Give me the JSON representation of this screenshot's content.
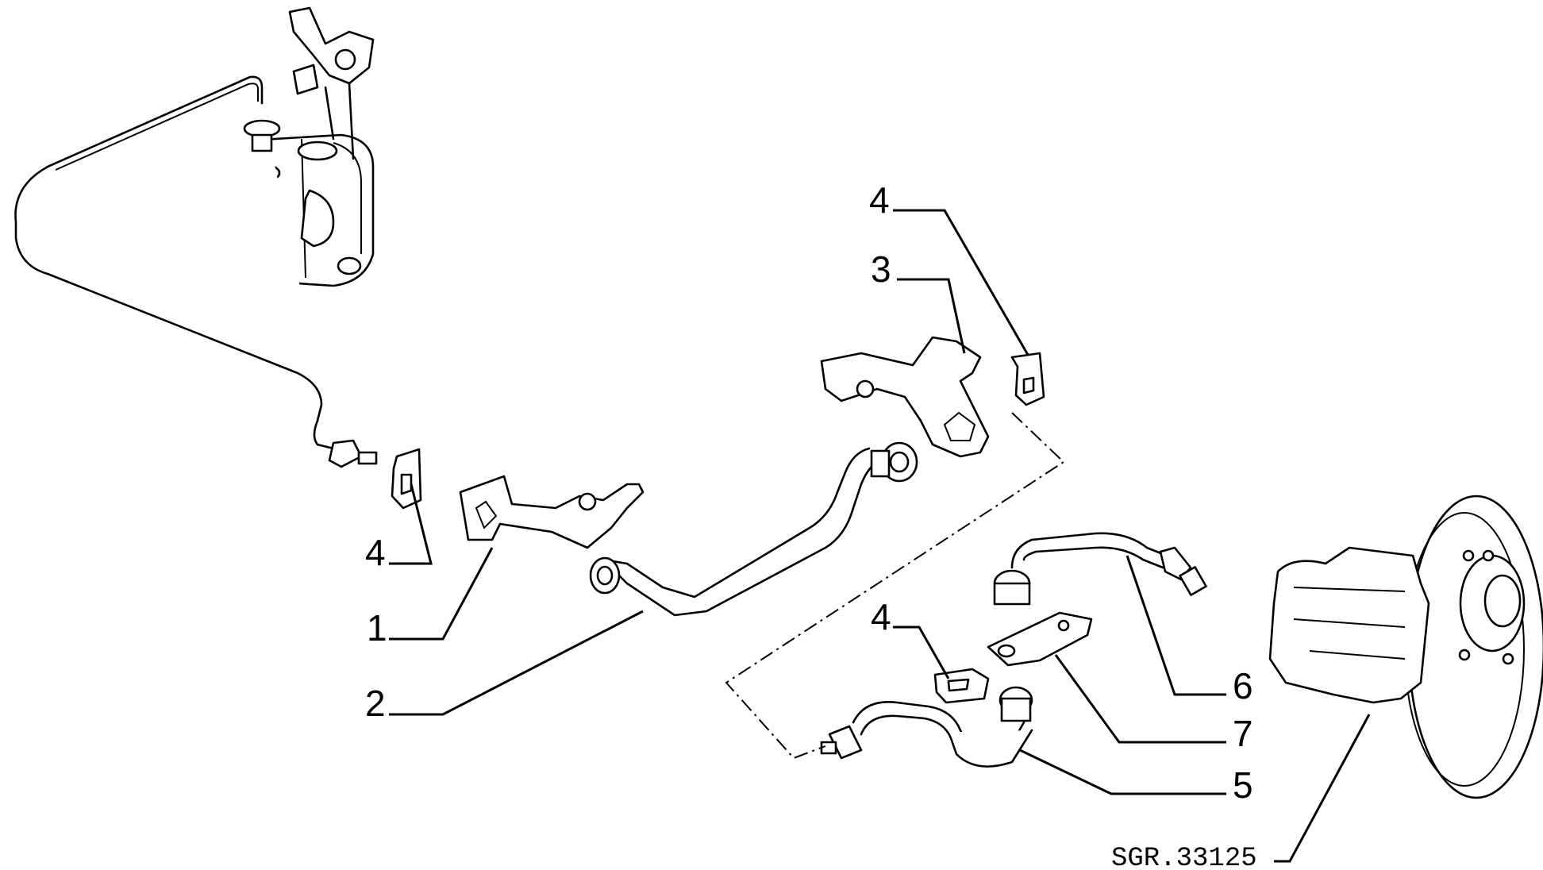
{
  "callouts": [
    {
      "id": "c1",
      "label": "1"
    },
    {
      "id": "c2",
      "label": "2"
    },
    {
      "id": "c3",
      "label": "3"
    },
    {
      "id": "c4a",
      "label": "4"
    },
    {
      "id": "c4b",
      "label": "4"
    },
    {
      "id": "c4c",
      "label": "4"
    },
    {
      "id": "c5",
      "label": "5"
    },
    {
      "id": "c6",
      "label": "6"
    },
    {
      "id": "c7",
      "label": "7"
    }
  ],
  "reference_code": "SGR.33125"
}
